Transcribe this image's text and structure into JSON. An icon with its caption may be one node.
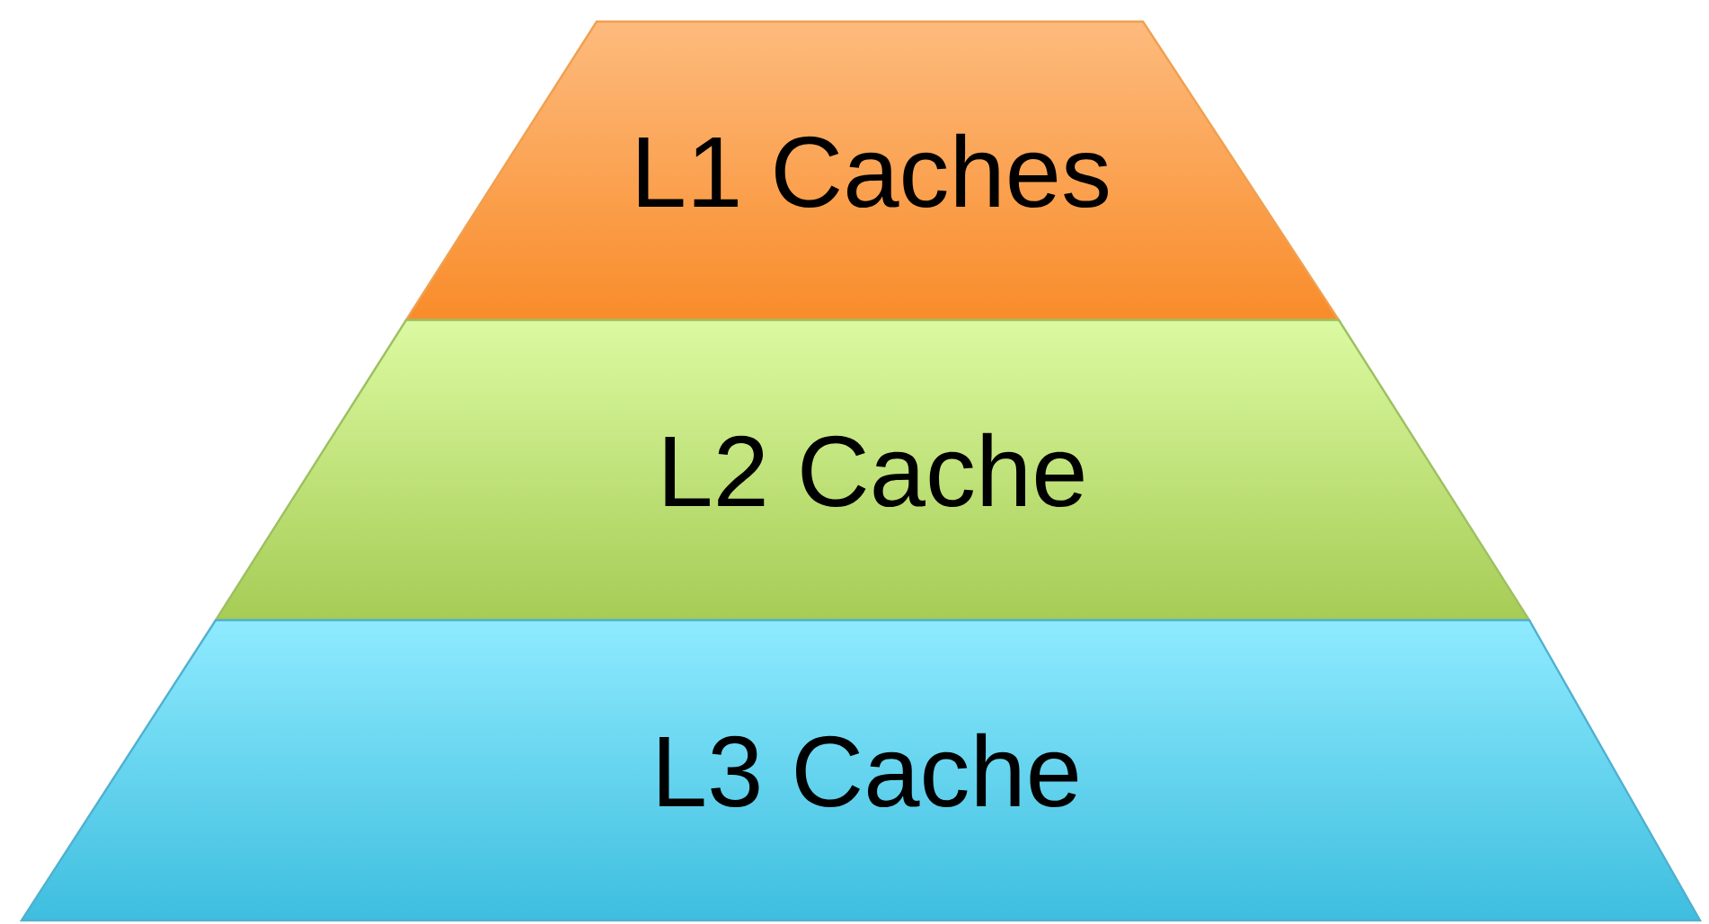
{
  "diagram": {
    "nodes": [
      {
        "text": [
          "L1 Caches"
        ]
      },
      {
        "text": [
          "L2 Cache"
        ]
      },
      {
        "text": [
          "L3 Cache"
        ]
      }
    ]
  }
}
